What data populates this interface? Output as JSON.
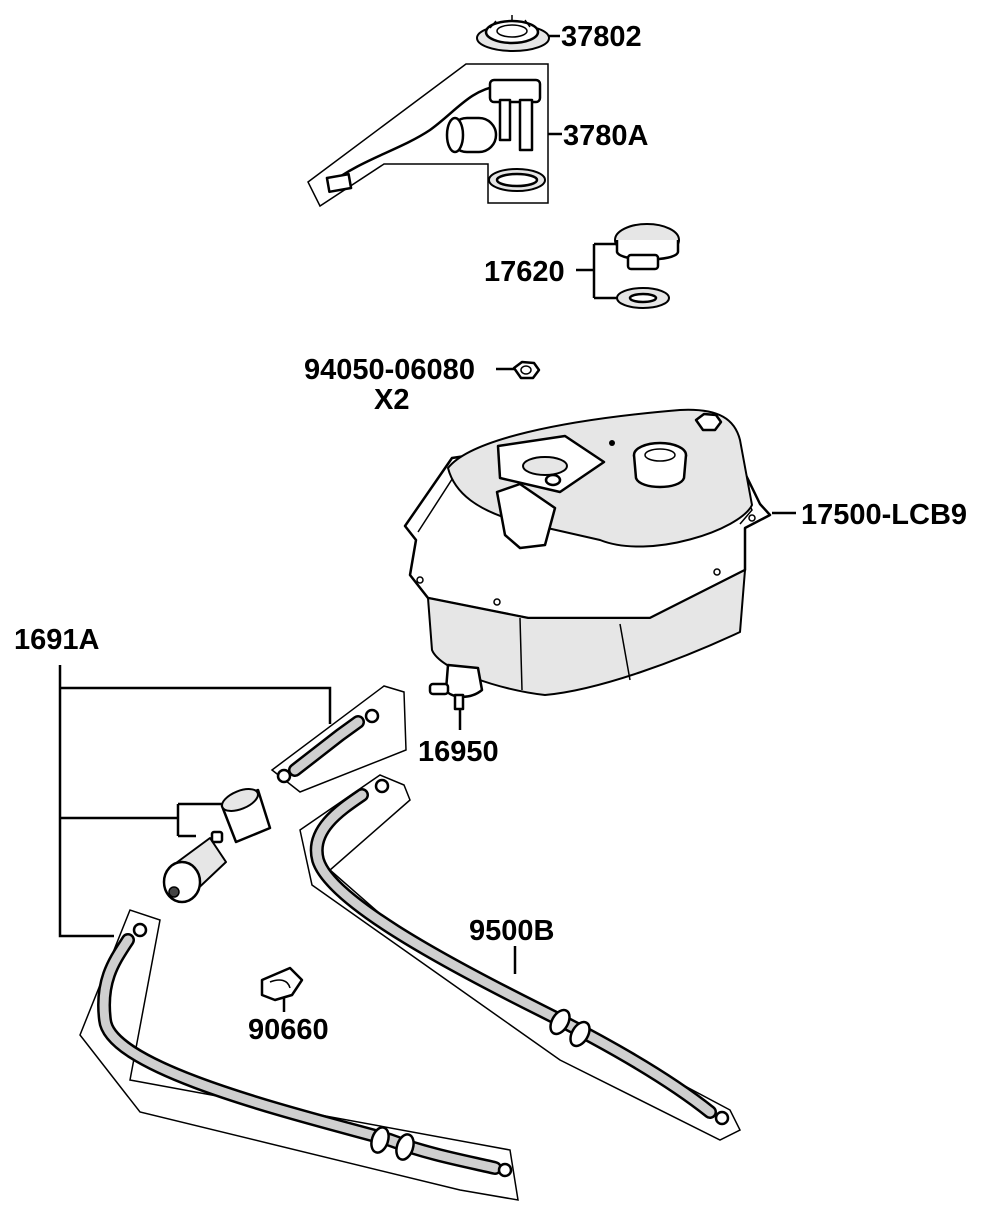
{
  "parts": {
    "p37802": "37802",
    "p3780A": "3780A",
    "p17620": "17620",
    "p94050": "94050-06080",
    "p94050_qty": "X2",
    "p17500": "17500-LCB9",
    "p1691A": "1691A",
    "p16950": "16950",
    "p9500B": "9500B",
    "p90660": "90660"
  },
  "icons": [
    "fuel-pump-icon",
    "fuel-tank-icon",
    "fuel-cap-icon",
    "fuel-filter-icon",
    "hose-icon",
    "clamp-icon",
    "nut-icon",
    "valve-icon"
  ]
}
